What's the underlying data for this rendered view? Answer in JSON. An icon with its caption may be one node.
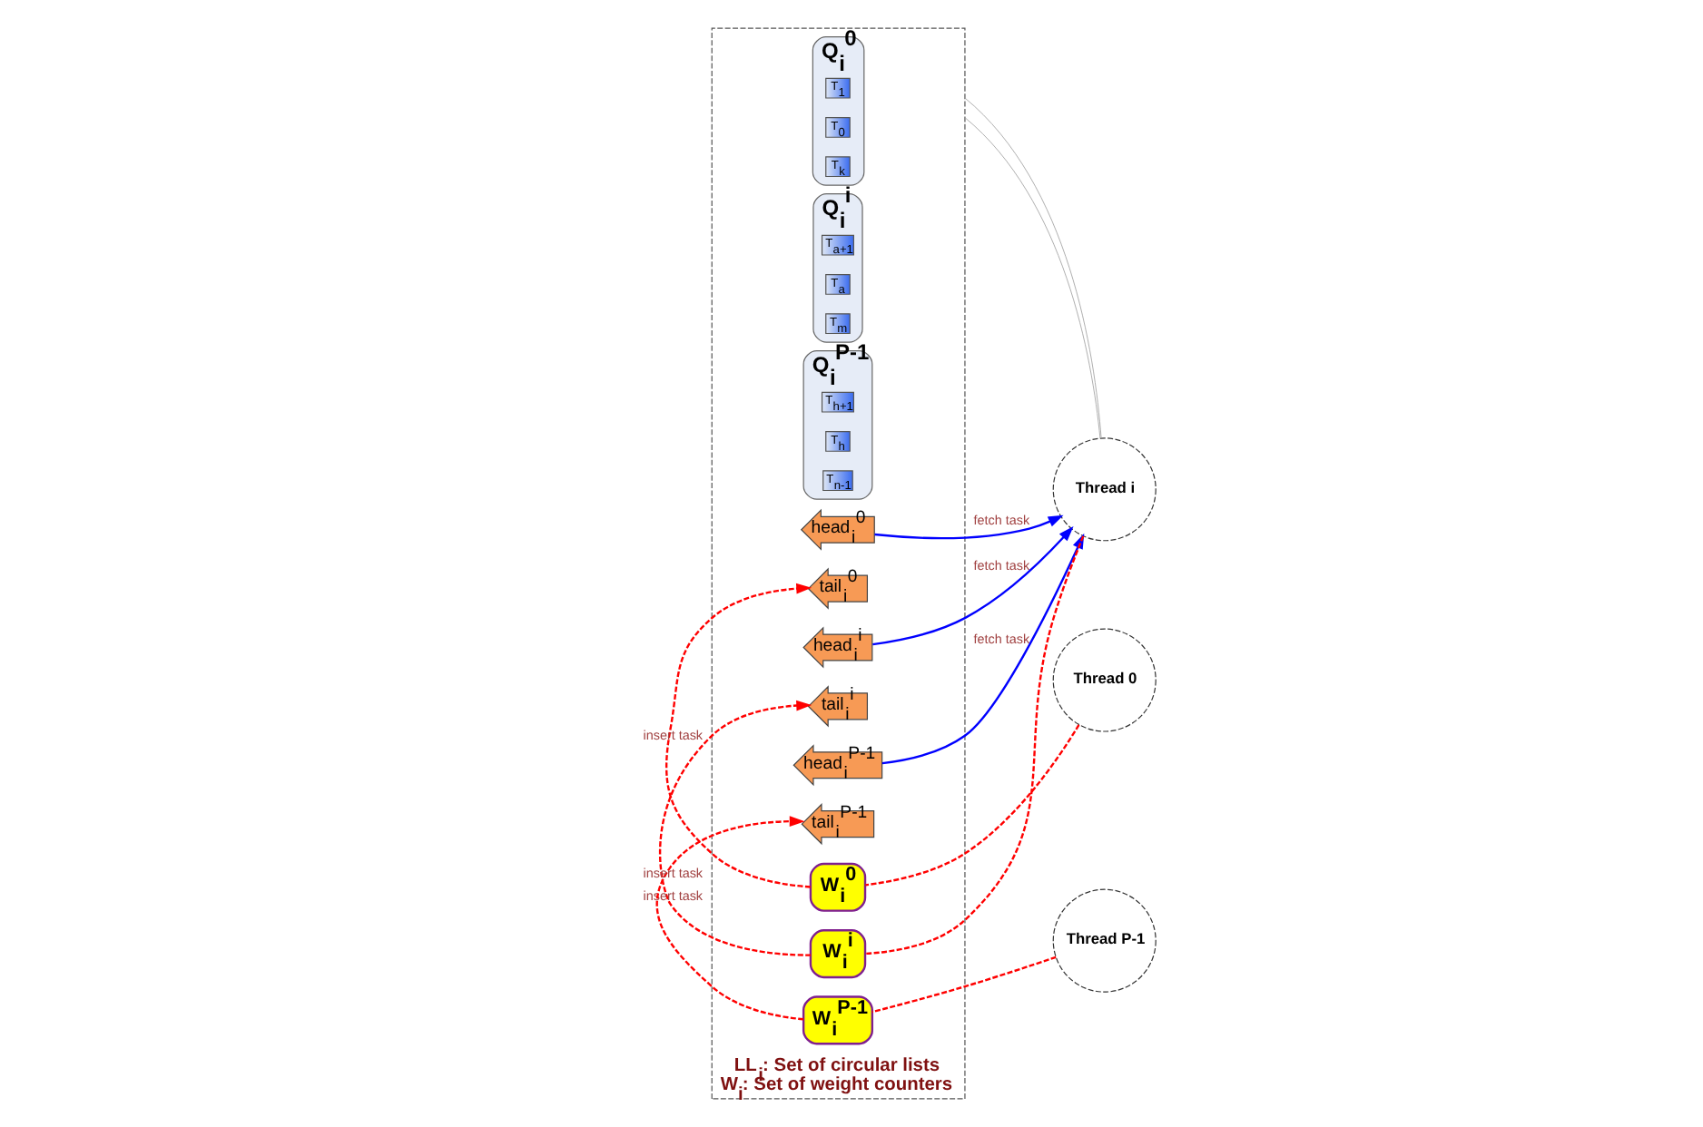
{
  "diagram": {
    "nodes": [
      {
        "text": [
          "LL$_{i}$: Set of circular lists",
          "W$_{i}$: Set of weight counters"
        ]
      },
      {
        "text": [
          "Q$_{i}$$^{0}$"
        ],
        "in": 0
      },
      {
        "text": [
          "T$_{1}$"
        ],
        "in": 1
      },
      {
        "text": [
          "T$_{0}$"
        ],
        "in": 1
      },
      {
        "text": [
          "T$_{k}$"
        ],
        "in": 1
      },
      {
        "text": [
          "head$_{i}$$^{0}$"
        ],
        "in": 0
      },
      {
        "text": [
          "tail$_{i}$$^{0}$"
        ],
        "in": 0
      },
      {
        "text": [
          "Q$_{i}$$^{i}$"
        ],
        "in": 0
      },
      {
        "text": [
          "T$_{a+1}$"
        ],
        "in": 7
      },
      {
        "text": [
          "T$_{a}$"
        ],
        "in": 7
      },
      {
        "text": [
          "T$_{m}$"
        ],
        "in": 7
      },
      {
        "text": [
          "head$_{i}$$^{i}$"
        ],
        "in": 0
      },
      {
        "text": [
          "tail$_{i}$$^{i}$"
        ],
        "in": 0
      },
      {
        "text": [
          "Q$_{i}$$^{P-1}$"
        ],
        "in": 0
      },
      {
        "text": [
          "T$_{h+1}$"
        ],
        "in": 13
      },
      {
        "text": [
          "T$_{h}$"
        ],
        "in": 13
      },
      {
        "text": [
          "T$_{n-1}$"
        ],
        "in": 13
      },
      {
        "text": [
          "head$_{i}$$^{P-1}$"
        ],
        "in": 0
      },
      {
        "text": [
          "tail$_{i}$$^{P-1}$"
        ],
        "in": 0
      },
      {
        "text": [
          "W$_{i}$$^{0}$"
        ],
        "in": 0
      },
      {
        "text": [
          "W$_{i}$$^{i}$"
        ],
        "in": 0
      },
      {
        "text": [
          "W$_{i}$$^{P-1}$"
        ],
        "in": 0
      },
      {
        "text": [
          "Thread 0"
        ]
      },
      {
        "text": [
          "Thread i"
        ]
      },
      {
        "text": [
          "Thread P-1"
        ]
      }
    ],
    "edges": [
      {
        "from": 5,
        "to": 23,
        "arrow": "to",
        "label": "fetch task",
        "color": "#0000ff"
      },
      {
        "from": 11,
        "to": 23,
        "arrow": "to",
        "label": "fetch task",
        "color": "#0000ff"
      },
      {
        "from": 17,
        "to": 23,
        "arrow": "to",
        "label": "fetch task",
        "color": "#0000ff"
      },
      {
        "from": 22,
        "to": 19,
        "arrow": "none",
        "style": "dashed",
        "color": "#ff0000"
      },
      {
        "from": 19,
        "to": 6,
        "arrow": "to",
        "label": "insert task",
        "style": "dashed",
        "color": "#ff0000"
      },
      {
        "from": 23,
        "to": 20,
        "arrow": "none",
        "style": "dashed",
        "color": "#ff0000"
      },
      {
        "from": 20,
        "to": 12,
        "arrow": "to",
        "label": "insert task",
        "style": "dashed",
        "color": "#ff0000"
      },
      {
        "from": 24,
        "to": 21,
        "arrow": "none",
        "style": "dashed",
        "color": "#ff0000"
      },
      {
        "from": 21,
        "to": 18,
        "arrow": "to",
        "label": "insert task",
        "style": "dashed",
        "color": "#ff0000"
      },
      {
        "from": 0,
        "to": 23,
        "arrow": "none",
        "color": "#a0a0a0"
      },
      {
        "from": 0,
        "to": 23,
        "arrow": "none",
        "color": "#a0a0a0"
      }
    ]
  }
}
